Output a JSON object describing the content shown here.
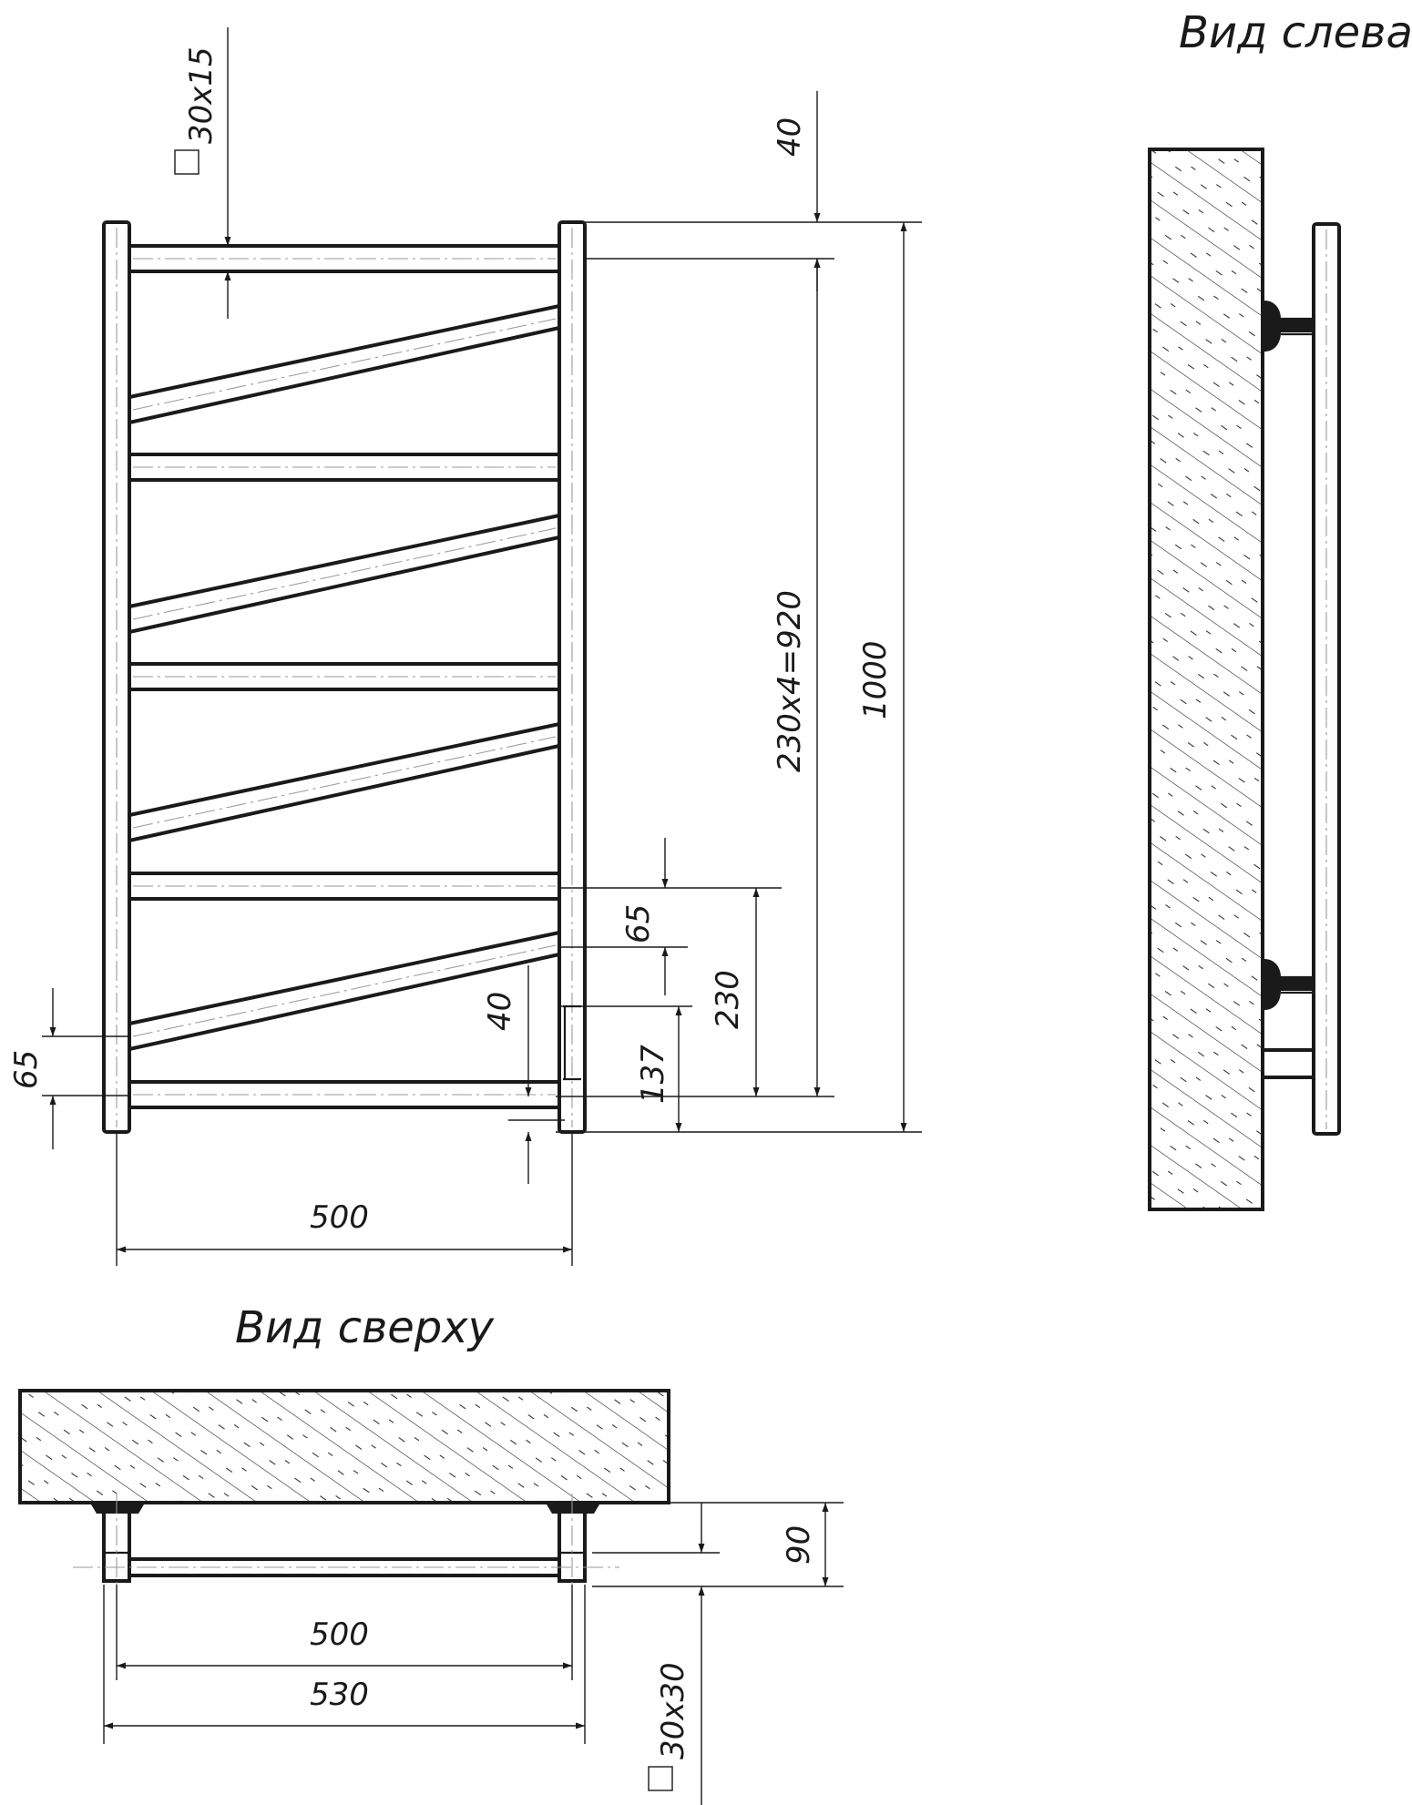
{
  "views": {
    "left_title": "Вид слева",
    "top_title": "Вид сверху"
  },
  "dimensions": {
    "profile_bar": "30x15",
    "top_offset": "40",
    "pitch": "230x4=920",
    "overall_height": "1000",
    "inner_gap": "65",
    "pitch_single": "230",
    "right_offset": "40",
    "bottom_offset": "137",
    "left_gap": "65",
    "front_width": "500",
    "wall_offset": "90",
    "top_width_inner": "500",
    "top_width_outer": "530",
    "profile_post": "30x30"
  },
  "colors": {
    "line": "#1a1a1a",
    "centerline": "#9a9a9a",
    "background": "#ffffff"
  }
}
